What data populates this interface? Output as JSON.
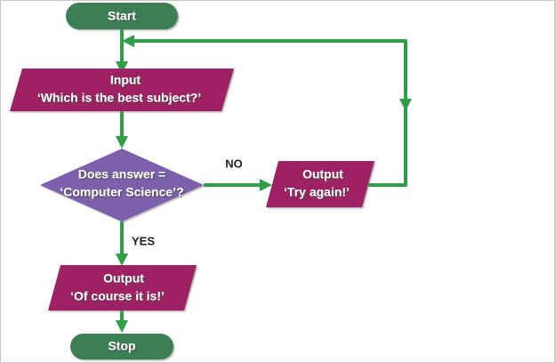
{
  "diagram": {
    "title": "Flowchart",
    "type": "flowchart",
    "background_color": "#ffffff",
    "border_color": "#c8c8c8",
    "colors": {
      "terminal_fill": "#3d7f55",
      "io_fill": "#9e2063",
      "decision_fill": "#7c61ab",
      "connector": "#2f9e48",
      "shape_text": "#ffffff",
      "branch_text": "#231f20",
      "text_shadow": "#5a5a5a"
    },
    "nodes": {
      "start": {
        "shape": "terminal",
        "label": "Start"
      },
      "input": {
        "shape": "parallelogram",
        "line1": "Input",
        "line2": "‘Which is the best subject?’"
      },
      "decision": {
        "shape": "diamond",
        "line1": "Does answer =",
        "line2": "‘Computer Science’?"
      },
      "output_retry": {
        "shape": "parallelogram",
        "line1": "Output",
        "line2": "‘Try again!’"
      },
      "output_success": {
        "shape": "parallelogram",
        "line1": "Output",
        "line2": "‘Of course it is!’"
      },
      "stop": {
        "shape": "terminal",
        "label": "Stop"
      }
    },
    "edges": {
      "no_branch_label": "NO",
      "yes_branch_label": "YES"
    }
  }
}
